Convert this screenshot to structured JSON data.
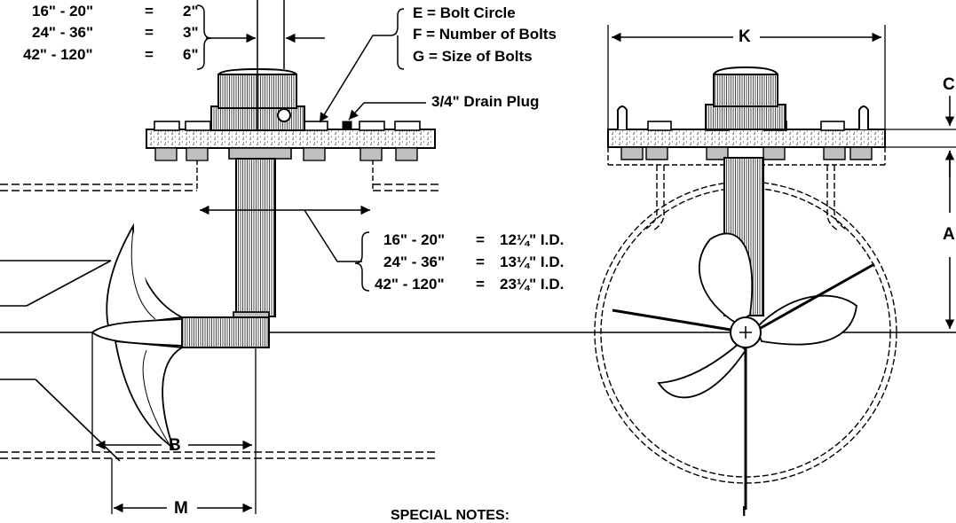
{
  "shaft_clearance_table": [
    {
      "range": "16\" - 20\"",
      "eq": "=",
      "value": "2\""
    },
    {
      "range": "24\" - 36\"",
      "eq": "=",
      "value": "3\""
    },
    {
      "range": "42\" - 120\"",
      "eq": "=",
      "value": "6\""
    }
  ],
  "flange_legend": [
    "E = Bolt Circle",
    "F = Number of Bolts",
    "G = Size of Bolts"
  ],
  "drain_plug_label": "3/4\" Drain Plug",
  "bore_table": [
    {
      "range": "16\" - 20\"",
      "eq": "=",
      "value": "12¼\" I.D."
    },
    {
      "range": "24\" - 36\"",
      "eq": "=",
      "value": "13¼\" I.D."
    },
    {
      "range": "42\" - 120\"",
      "eq": "=",
      "value": "23¼\" I.D."
    }
  ],
  "dimension_labels": {
    "A": "A",
    "B": "B",
    "C": "C",
    "I": "I",
    "K": "K",
    "M": "M"
  },
  "notes_heading": "SPECIAL NOTES:"
}
